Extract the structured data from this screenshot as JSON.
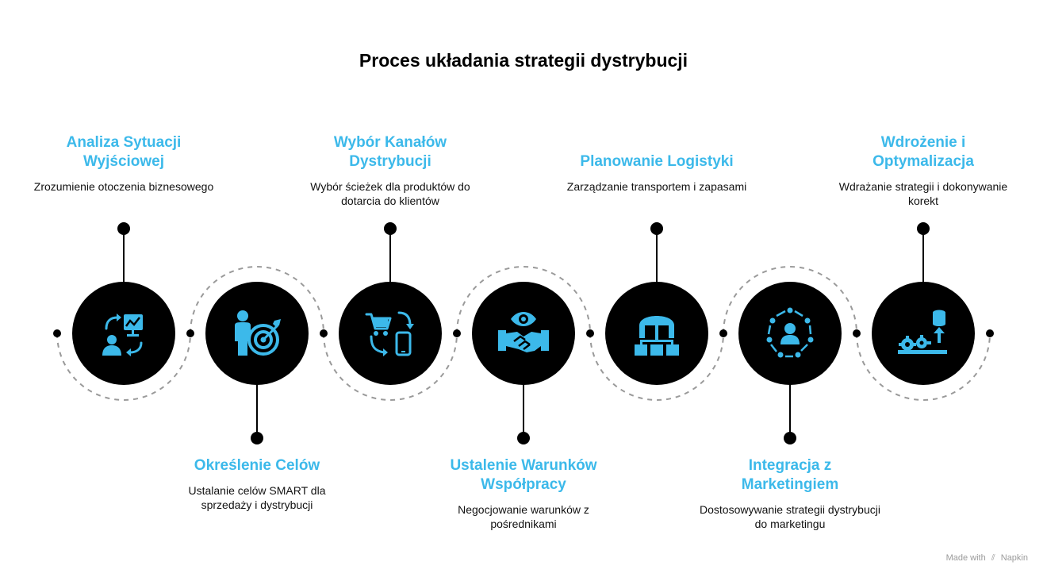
{
  "title": "Proces układania strategii dystrybucji",
  "steps": [
    {
      "head": "Analiza Sytuacji Wyjściowej",
      "desc": "Zrozumienie otoczenia biznesowego",
      "icon": "analysis-presentation-icon"
    },
    {
      "head": "Określenie Celów",
      "desc": "Ustalanie celów SMART dla sprzedaży i dystrybucji",
      "icon": "target-person-icon"
    },
    {
      "head": "Wybór Kanałów Dystrybucji",
      "desc": "Wybór ścieżek dla produktów do dotarcia do klientów",
      "icon": "cart-phone-icon"
    },
    {
      "head": "Ustalenie Warunków Współpracy",
      "desc": "Negocjowanie warunków z pośrednikami",
      "icon": "handshake-eye-icon"
    },
    {
      "head": "Planowanie Logistyki",
      "desc": "Zarządzanie transportem i zapasami",
      "icon": "warehouse-network-icon"
    },
    {
      "head": "Integracja z Marketingiem",
      "desc": "Dostosowywanie strategii dystrybucji do marketingu",
      "icon": "people-cycle-icon"
    },
    {
      "head": "Wdrożenie i Optymalizacja",
      "desc": "Wdrażanie strategii i dokonywanie korekt",
      "icon": "gears-database-icon"
    }
  ],
  "footer": {
    "made_with": "Made with",
    "brand": "Napkin"
  },
  "colors": {
    "accent": "#3cb9ea",
    "circle": "#000000",
    "icon": "#3cb9ea",
    "dashed": "#9a9a9a"
  }
}
